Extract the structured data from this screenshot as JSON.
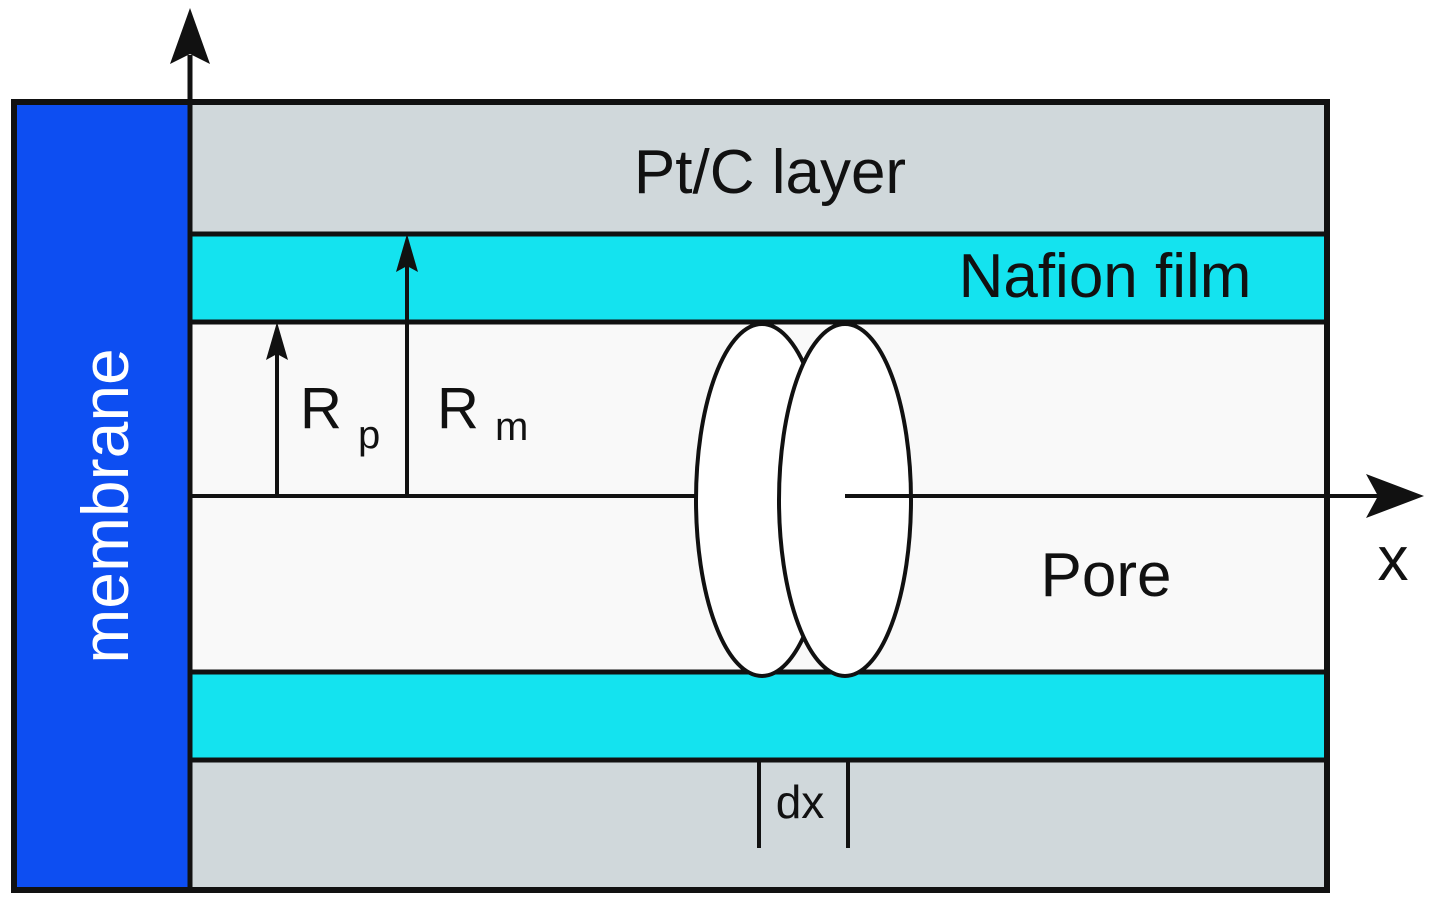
{
  "labels": {
    "membrane": "membrane",
    "ptc_layer": "Pt/C layer",
    "nafion_film": "Nafion film",
    "pore": "Pore",
    "x_axis": "x",
    "rp_main": "R",
    "rp_sub": "p",
    "rm_main": "R",
    "rm_sub": "m",
    "dx": "dx"
  },
  "colors": {
    "membrane": "#0d4ef2",
    "ptc_layer": "#d0d8db",
    "nafion_film": "#14e3ef",
    "pore": "#f9f9f9",
    "disk": "#ffffff",
    "stroke": "#111111",
    "membrane_text": "#ffffff"
  }
}
